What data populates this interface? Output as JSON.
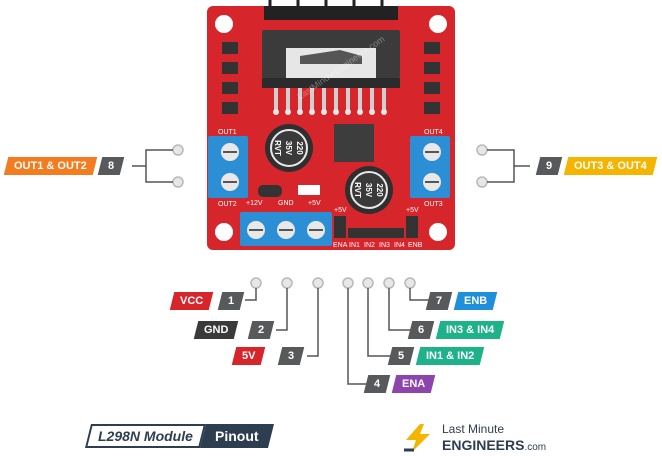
{
  "module": {
    "blocks": {
      "out1": "OUT1",
      "out2": "OUT2",
      "out3": "OUT3",
      "out4": "OUT4",
      "v12": "+12V",
      "gnd": "GND",
      "v5": "+5V",
      "v5b": "+5V",
      "v5c": "+5V",
      "ena": "ENA",
      "in1": "IN1",
      "in2": "IN2",
      "in3": "IN3",
      "in4": "IN4",
      "enb": "ENB"
    },
    "capacitor_text": [
      "220",
      "35V",
      "RVT"
    ],
    "watermark": "LastMinuteEngineers.com"
  },
  "labels": {
    "out12": {
      "num": "8",
      "text": "OUT1 & OUT2"
    },
    "out34": {
      "num": "9",
      "text": "OUT3 & OUT4"
    },
    "vcc": {
      "num": "1",
      "text": "VCC"
    },
    "gnd": {
      "num": "2",
      "text": "GND"
    },
    "v5": {
      "num": "3",
      "text": "5V"
    },
    "ena": {
      "num": "4",
      "text": "ENA"
    },
    "in12": {
      "num": "5",
      "text": "IN1 & IN2"
    },
    "in34": {
      "num": "6",
      "text": "IN3 & IN4"
    },
    "enb": {
      "num": "7",
      "text": "ENB"
    }
  },
  "footer": {
    "title_a": "L298N Module",
    "title_b": "Pinout",
    "brand_top": "Last Minute",
    "brand_bottom": "ENGINEERS",
    "brand_suffix": ".com"
  },
  "colors": {
    "board": "#d7262b",
    "terminal": "#2c8fd6",
    "orange": "#f47c20",
    "yellow": "#f4b400",
    "red": "#d7262b",
    "dark": "#3a3a3a",
    "green": "#1db28a",
    "blue": "#1e8fd8",
    "purple": "#8e44ad"
  }
}
